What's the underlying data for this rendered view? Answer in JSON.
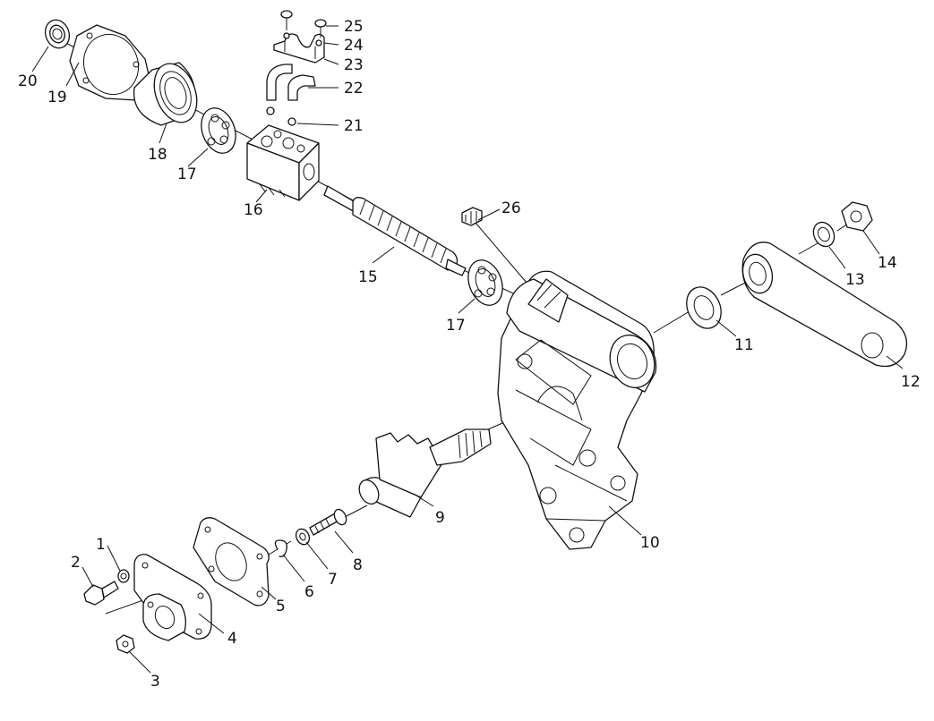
{
  "callouts": [
    {
      "id": "1",
      "label": "1"
    },
    {
      "id": "2",
      "label": "2"
    },
    {
      "id": "3",
      "label": "3"
    },
    {
      "id": "4",
      "label": "4"
    },
    {
      "id": "5",
      "label": "5"
    },
    {
      "id": "6",
      "label": "6"
    },
    {
      "id": "7",
      "label": "7"
    },
    {
      "id": "8",
      "label": "8"
    },
    {
      "id": "9",
      "label": "9"
    },
    {
      "id": "10",
      "label": "10"
    },
    {
      "id": "11",
      "label": "11"
    },
    {
      "id": "12",
      "label": "12"
    },
    {
      "id": "13",
      "label": "13"
    },
    {
      "id": "14",
      "label": "14"
    },
    {
      "id": "15",
      "label": "15"
    },
    {
      "id": "16",
      "label": "16"
    },
    {
      "id": "17a",
      "label": "17"
    },
    {
      "id": "17b",
      "label": "17"
    },
    {
      "id": "18",
      "label": "18"
    },
    {
      "id": "19",
      "label": "19"
    },
    {
      "id": "20",
      "label": "20"
    },
    {
      "id": "21",
      "label": "21"
    },
    {
      "id": "22",
      "label": "22"
    },
    {
      "id": "23",
      "label": "23"
    },
    {
      "id": "24",
      "label": "24"
    },
    {
      "id": "25",
      "label": "25"
    },
    {
      "id": "26",
      "label": "26"
    }
  ]
}
